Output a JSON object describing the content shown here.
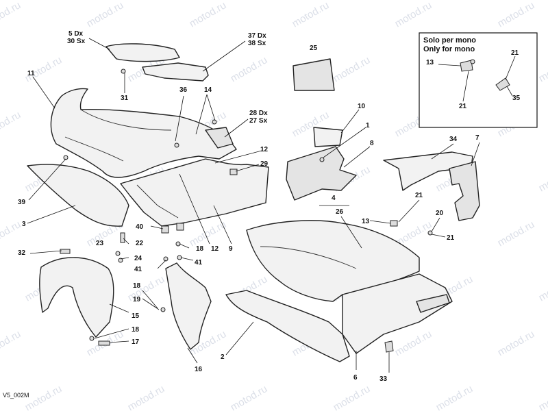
{
  "diagram": {
    "callouts": [
      {
        "id": "c5dx",
        "text": "5 Dx"
      },
      {
        "id": "c30sx",
        "text": "30 Sx"
      },
      {
        "id": "c37dx",
        "text": "37 Dx"
      },
      {
        "id": "c38sx",
        "text": "38 Sx"
      },
      {
        "id": "c11",
        "text": "11"
      },
      {
        "id": "c31",
        "text": "31"
      },
      {
        "id": "c36",
        "text": "36"
      },
      {
        "id": "c14",
        "text": "14"
      },
      {
        "id": "c25",
        "text": "25"
      },
      {
        "id": "c28dx",
        "text": "28 Dx"
      },
      {
        "id": "c27sx",
        "text": "27 Sx"
      },
      {
        "id": "c10",
        "text": "10"
      },
      {
        "id": "c1",
        "text": "1"
      },
      {
        "id": "c8",
        "text": "8"
      },
      {
        "id": "c12a",
        "text": "12"
      },
      {
        "id": "c29",
        "text": "29"
      },
      {
        "id": "c39",
        "text": "39"
      },
      {
        "id": "c3",
        "text": "3"
      },
      {
        "id": "c40",
        "text": "40"
      },
      {
        "id": "c23",
        "text": "23"
      },
      {
        "id": "c22",
        "text": "22"
      },
      {
        "id": "c32",
        "text": "32"
      },
      {
        "id": "c24",
        "text": "24"
      },
      {
        "id": "c18a",
        "text": "18"
      },
      {
        "id": "c12b",
        "text": "12"
      },
      {
        "id": "c9",
        "text": "9"
      },
      {
        "id": "c41a",
        "text": "41"
      },
      {
        "id": "c41b",
        "text": "41"
      },
      {
        "id": "c18b",
        "text": "18"
      },
      {
        "id": "c19",
        "text": "19"
      },
      {
        "id": "c15",
        "text": "15"
      },
      {
        "id": "c18c",
        "text": "18"
      },
      {
        "id": "c17",
        "text": "17"
      },
      {
        "id": "c16",
        "text": "16"
      },
      {
        "id": "c2",
        "text": "2"
      },
      {
        "id": "c4",
        "text": "4"
      },
      {
        "id": "c26",
        "text": "26"
      },
      {
        "id": "c13",
        "text": "13"
      },
      {
        "id": "c21a",
        "text": "21"
      },
      {
        "id": "c20",
        "text": "20"
      },
      {
        "id": "c21b",
        "text": "21"
      },
      {
        "id": "c34",
        "text": "34"
      },
      {
        "id": "c7",
        "text": "7"
      },
      {
        "id": "c6",
        "text": "6"
      },
      {
        "id": "c33",
        "text": "33"
      }
    ],
    "inset": {
      "title_it": "Solo per mono",
      "title_en": "Only for mono",
      "callouts": [
        {
          "id": "i13",
          "text": "13"
        },
        {
          "id": "i21a",
          "text": "21"
        },
        {
          "id": "i21b",
          "text": "21"
        },
        {
          "id": "i35",
          "text": "35"
        }
      ]
    },
    "figure_code": "V5_002M",
    "watermark": "motod.ru"
  }
}
